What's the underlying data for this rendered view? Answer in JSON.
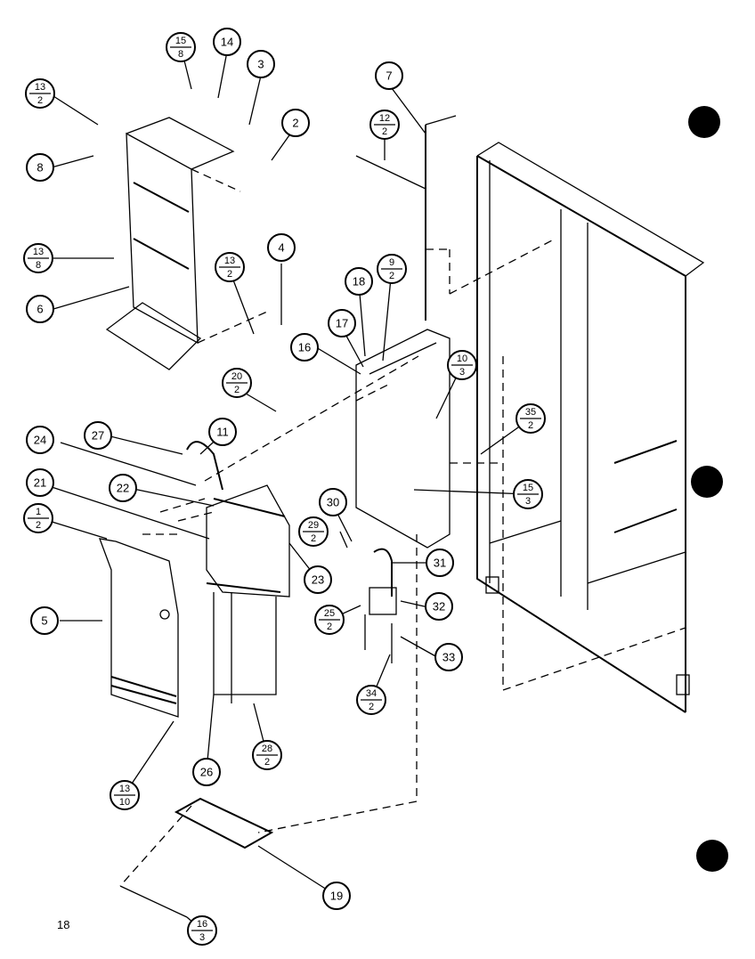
{
  "page_number": "18",
  "callouts": [
    {
      "id": "c1",
      "num": "1",
      "den": "2"
    },
    {
      "id": "c2",
      "num": "2",
      "den": ""
    },
    {
      "id": "c3",
      "num": "3",
      "den": ""
    },
    {
      "id": "c4",
      "num": "4",
      "den": ""
    },
    {
      "id": "c5",
      "num": "5",
      "den": ""
    },
    {
      "id": "c6",
      "num": "6",
      "den": ""
    },
    {
      "id": "c7",
      "num": "7",
      "den": ""
    },
    {
      "id": "c8",
      "num": "8",
      "den": ""
    },
    {
      "id": "c9",
      "num": "9",
      "den": "2"
    },
    {
      "id": "c10",
      "num": "10",
      "den": "3"
    },
    {
      "id": "c11",
      "num": "11",
      "den": ""
    },
    {
      "id": "c12",
      "num": "12",
      "den": "2"
    },
    {
      "id": "c13a",
      "num": "13",
      "den": "2"
    },
    {
      "id": "c13b",
      "num": "13",
      "den": "8"
    },
    {
      "id": "c13c",
      "num": "13",
      "den": "2"
    },
    {
      "id": "c13d",
      "num": "13",
      "den": "10"
    },
    {
      "id": "c14",
      "num": "14",
      "den": ""
    },
    {
      "id": "c15a",
      "num": "15",
      "den": "8"
    },
    {
      "id": "c15b",
      "num": "15",
      "den": "3"
    },
    {
      "id": "c16a",
      "num": "16",
      "den": ""
    },
    {
      "id": "c16b",
      "num": "16",
      "den": "3"
    },
    {
      "id": "c17",
      "num": "17",
      "den": ""
    },
    {
      "id": "c18",
      "num": "18",
      "den": ""
    },
    {
      "id": "c19",
      "num": "19",
      "den": ""
    },
    {
      "id": "c20",
      "num": "20",
      "den": "2"
    },
    {
      "id": "c21",
      "num": "21",
      "den": ""
    },
    {
      "id": "c22",
      "num": "22",
      "den": ""
    },
    {
      "id": "c23",
      "num": "23",
      "den": ""
    },
    {
      "id": "c24",
      "num": "24",
      "den": ""
    },
    {
      "id": "c25",
      "num": "25",
      "den": "2"
    },
    {
      "id": "c26",
      "num": "26",
      "den": ""
    },
    {
      "id": "c27",
      "num": "27",
      "den": ""
    },
    {
      "id": "c28",
      "num": "28",
      "den": "2"
    },
    {
      "id": "c29",
      "num": "29",
      "den": "2"
    },
    {
      "id": "c30",
      "num": "30",
      "den": ""
    },
    {
      "id": "c31",
      "num": "31",
      "den": ""
    },
    {
      "id": "c32",
      "num": "32",
      "den": ""
    },
    {
      "id": "c33",
      "num": "33",
      "den": ""
    },
    {
      "id": "c34",
      "num": "34",
      "den": "2"
    },
    {
      "id": "c35",
      "num": "35",
      "den": "2"
    }
  ]
}
